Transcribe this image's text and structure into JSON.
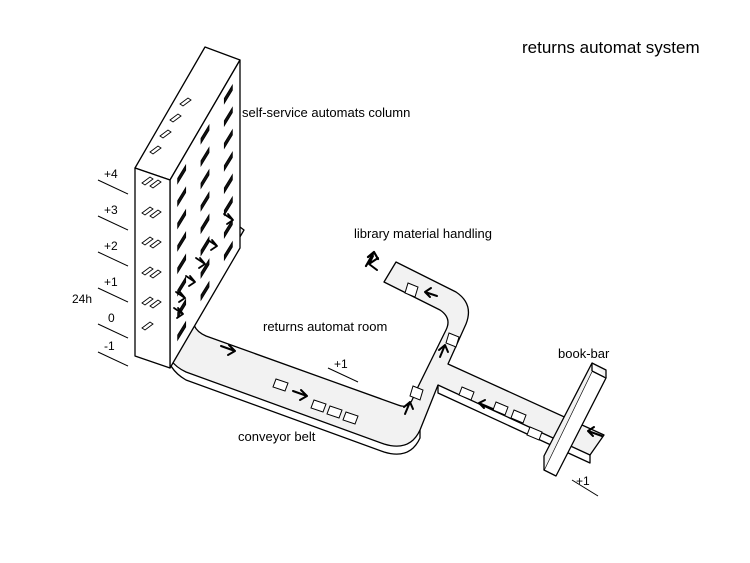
{
  "title": "returns automat system",
  "labels": {
    "automats_column": "self-service automats column",
    "material_handling": "library material handling",
    "automat_room": "returns automat room",
    "conveyor_belt": "conveyor belt",
    "book_bar": "book-bar"
  },
  "levels": [
    "+4",
    "+3",
    "+2",
    "+1",
    "0",
    "-1"
  ],
  "hours_label": "24h",
  "room_level": "+1",
  "bookbar_level": "+1"
}
